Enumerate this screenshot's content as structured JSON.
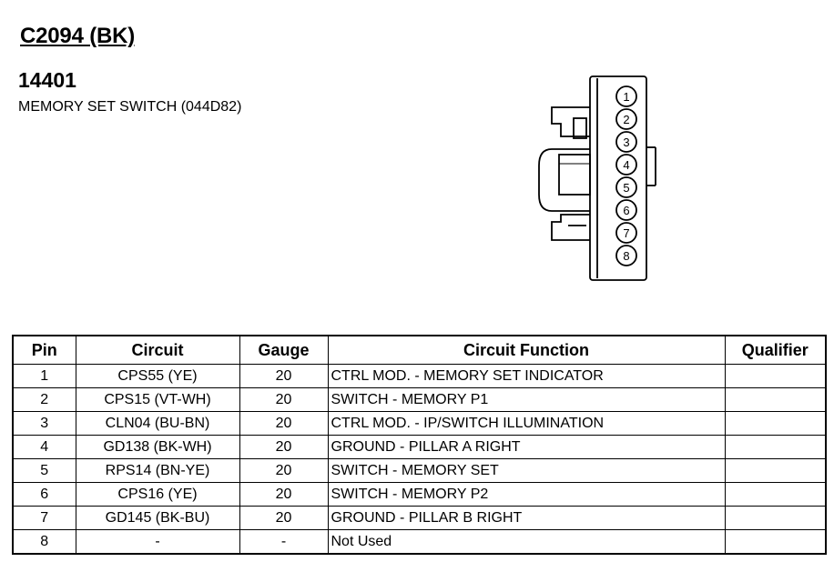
{
  "header": {
    "connector_id": "C2094 (BK)",
    "part_number": "14401",
    "component": "MEMORY SET SWITCH (044D82)"
  },
  "connector": {
    "pin_labels": [
      "1",
      "2",
      "3",
      "4",
      "5",
      "6",
      "7",
      "8"
    ]
  },
  "table": {
    "headers": [
      "Pin",
      "Circuit",
      "Gauge",
      "Circuit Function",
      "Qualifier"
    ],
    "rows": [
      {
        "pin": "1",
        "circuit": "CPS55 (YE)",
        "gauge": "20",
        "function": "CTRL MOD. - MEMORY SET INDICATOR",
        "qualifier": ""
      },
      {
        "pin": "2",
        "circuit": "CPS15 (VT-WH)",
        "gauge": "20",
        "function": "SWITCH - MEMORY P1",
        "qualifier": ""
      },
      {
        "pin": "3",
        "circuit": "CLN04 (BU-BN)",
        "gauge": "20",
        "function": "CTRL MOD. - IP/SWITCH ILLUMINATION",
        "qualifier": ""
      },
      {
        "pin": "4",
        "circuit": "GD138 (BK-WH)",
        "gauge": "20",
        "function": "GROUND - PILLAR A RIGHT",
        "qualifier": ""
      },
      {
        "pin": "5",
        "circuit": "RPS14 (BN-YE)",
        "gauge": "20",
        "function": "SWITCH - MEMORY SET",
        "qualifier": ""
      },
      {
        "pin": "6",
        "circuit": "CPS16 (YE)",
        "gauge": "20",
        "function": "SWITCH - MEMORY P2",
        "qualifier": ""
      },
      {
        "pin": "7",
        "circuit": "GD145 (BK-BU)",
        "gauge": "20",
        "function": "GROUND - PILLAR B RIGHT",
        "qualifier": ""
      },
      {
        "pin": "8",
        "circuit": "-",
        "gauge": "-",
        "function": "Not Used",
        "qualifier": ""
      }
    ]
  }
}
